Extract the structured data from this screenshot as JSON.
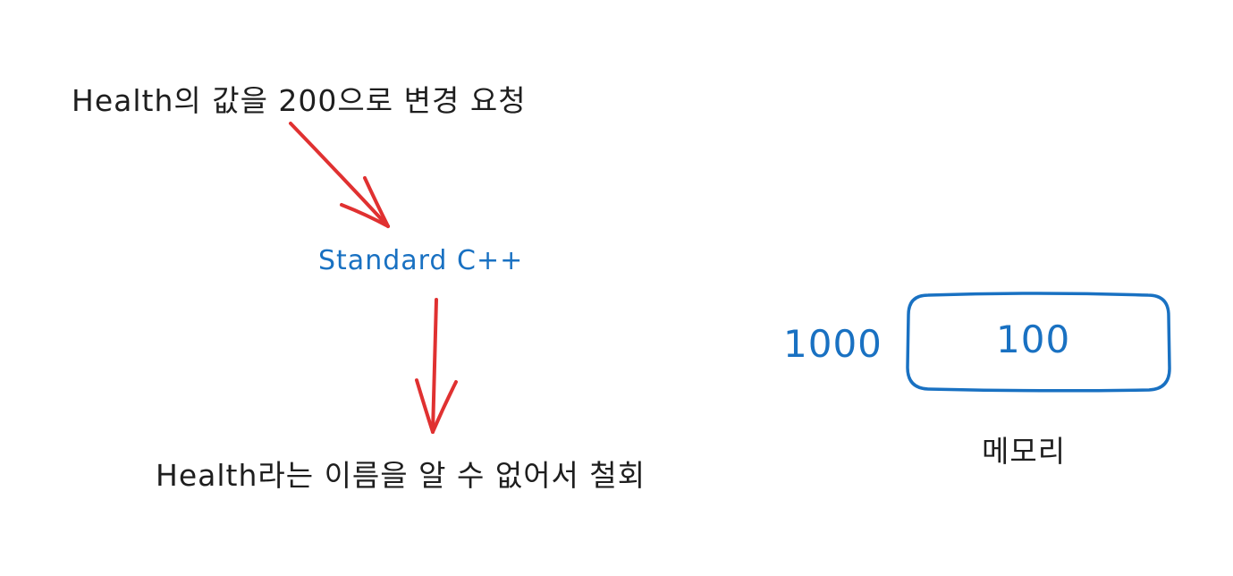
{
  "colors": {
    "text": "#1e1e1e",
    "accent": "#1971c2",
    "arrow": "#e03131"
  },
  "request_text": "Health의 값을 200으로 변경 요청",
  "runtime_label": "Standard C++",
  "result_text": "Health라는 이름을 알 수 없어서 철회",
  "memory": {
    "address": "1000",
    "value": "100",
    "label": "메모리"
  }
}
